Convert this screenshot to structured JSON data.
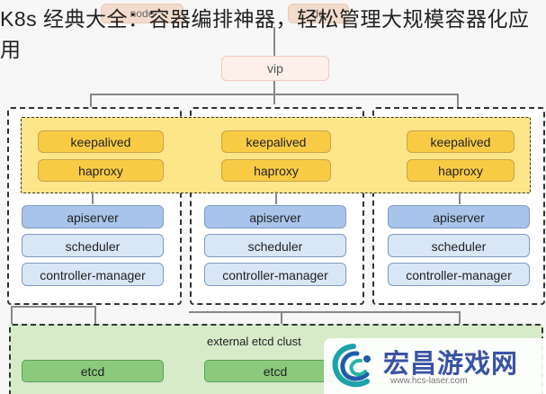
{
  "header": {
    "title": "K8s 经典大全：容器编排神器，轻松管理大规模容器化应用"
  },
  "top_nodes": [
    {
      "label": "node"
    },
    {
      "label": "de"
    }
  ],
  "vip": {
    "label": "vip"
  },
  "masters": [
    {
      "keepalived": "keepalived",
      "haproxy": "haproxy",
      "apiserver": "apiserver",
      "scheduler": "scheduler",
      "controller_manager": "controller-manager"
    },
    {
      "keepalived": "keepalived",
      "haproxy": "haproxy",
      "apiserver": "apiserver",
      "scheduler": "scheduler",
      "controller_manager": "controller-manager"
    },
    {
      "keepalived": "keepalived",
      "haproxy": "haproxy",
      "apiserver": "apiserver",
      "scheduler": "scheduler",
      "controller_manager": "controller-manager"
    }
  ],
  "etcd": {
    "cluster_label": "external etcd clust",
    "nodes": [
      "etcd",
      "etcd"
    ]
  },
  "watermark": {
    "brand": "宏昌游戏网",
    "url": "www.hcs-laser.com"
  },
  "colors": {
    "yellow_band": "#fde68a",
    "yellow_button": "#f9cb45",
    "blue_primary": "#a9c4ea",
    "blue_secondary": "#d9e6f6",
    "green_cluster": "#d7ebc9",
    "green_node": "#8bca7c"
  }
}
